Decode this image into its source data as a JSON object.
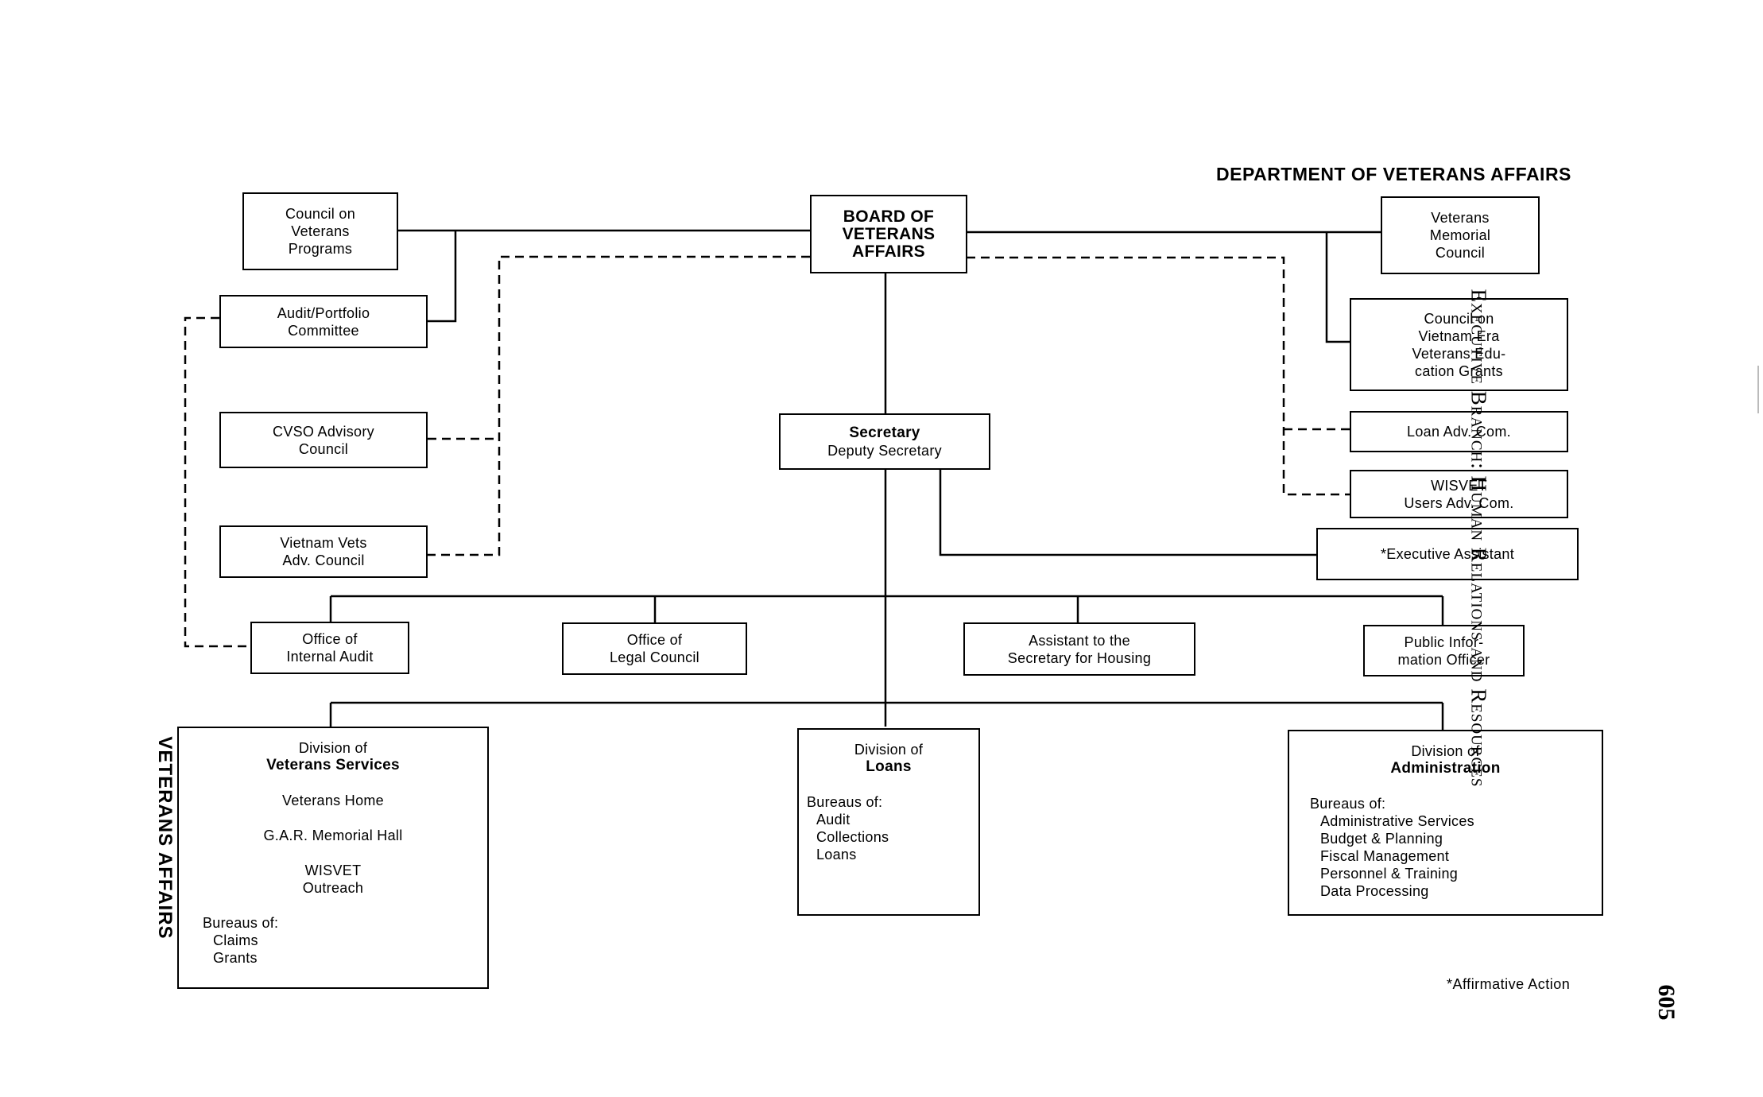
{
  "header": {
    "title": "DEPARTMENT OF VETERANS AFFAIRS"
  },
  "side": {
    "chapter": "Executive Branch: Human Relations and Resources",
    "section": "VETERANS AFFAIRS",
    "page": "605"
  },
  "footnote": "*Affirmative Action",
  "boxes": {
    "council_programs": [
      "Council on",
      "Veterans",
      "Programs"
    ],
    "board": [
      "BOARD OF",
      "VETERANS",
      "AFFAIRS"
    ],
    "memorial_council": [
      "Veterans",
      "Memorial",
      "Council"
    ],
    "audit_committee": [
      "Audit/Portfolio",
      "Committee"
    ],
    "vietnam_era_council": [
      "Council on",
      "Vietnam Era",
      "Veterans Edu-",
      "cation Grants"
    ],
    "cvso": [
      "CVSO Advisory",
      "Council"
    ],
    "secretary": {
      "title": "Secretary",
      "subtitle": "Deputy Secretary"
    },
    "loan_adv": [
      "Loan Adv. Com."
    ],
    "wisvet_users": [
      "WISVET",
      "Users Adv. Com."
    ],
    "vietnam_vets": [
      "Vietnam Vets",
      "Adv. Council"
    ],
    "exec_assistant": [
      "*Executive Assistant"
    ],
    "internal_audit": [
      "Office of",
      "Internal Audit"
    ],
    "legal_council": [
      "Office of",
      "Legal Council"
    ],
    "housing": [
      "Assistant to the",
      "Secretary for Housing"
    ],
    "public_info": [
      "Public Infor-",
      "mation Officer"
    ],
    "div_services": {
      "label": "Division of",
      "name": "Veterans Services",
      "items": [
        "Veterans Home",
        "G.A.R. Memorial Hall",
        "WISVET",
        "Outreach"
      ],
      "bureaus_label": "Bureaus of:",
      "bureaus": [
        "Claims",
        "Grants"
      ]
    },
    "div_loans": {
      "label": "Division of",
      "name": "Loans",
      "bureaus_label": "Bureaus of:",
      "bureaus": [
        "Audit",
        "Collections",
        "Loans"
      ]
    },
    "div_admin": {
      "label": "Division of",
      "name": "Administration",
      "bureaus_label": "Bureaus of:",
      "bureaus": [
        "Administrative Services",
        "Budget & Planning",
        "Fiscal Management",
        "Personnel & Training",
        "Data Processing"
      ]
    }
  }
}
